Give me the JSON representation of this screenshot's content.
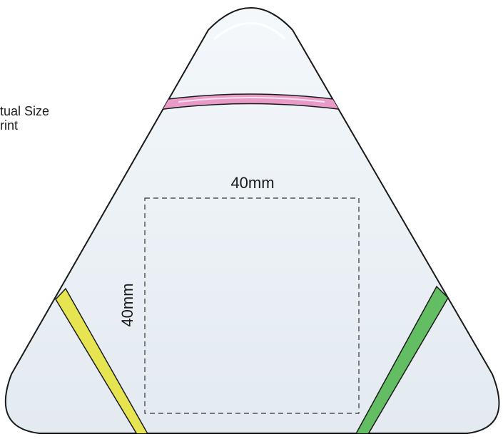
{
  "note": {
    "line1": "tual Size",
    "line2": "rint"
  },
  "print_area": {
    "width_label": "40mm",
    "height_label": "40mm"
  },
  "colors": {
    "body_fill": "#e9eff3",
    "outline": "#1a1a1a",
    "band_top": "#e79bc6",
    "band_left": "#e6e450",
    "band_right": "#63bd62",
    "dashed_box": "#333333"
  }
}
